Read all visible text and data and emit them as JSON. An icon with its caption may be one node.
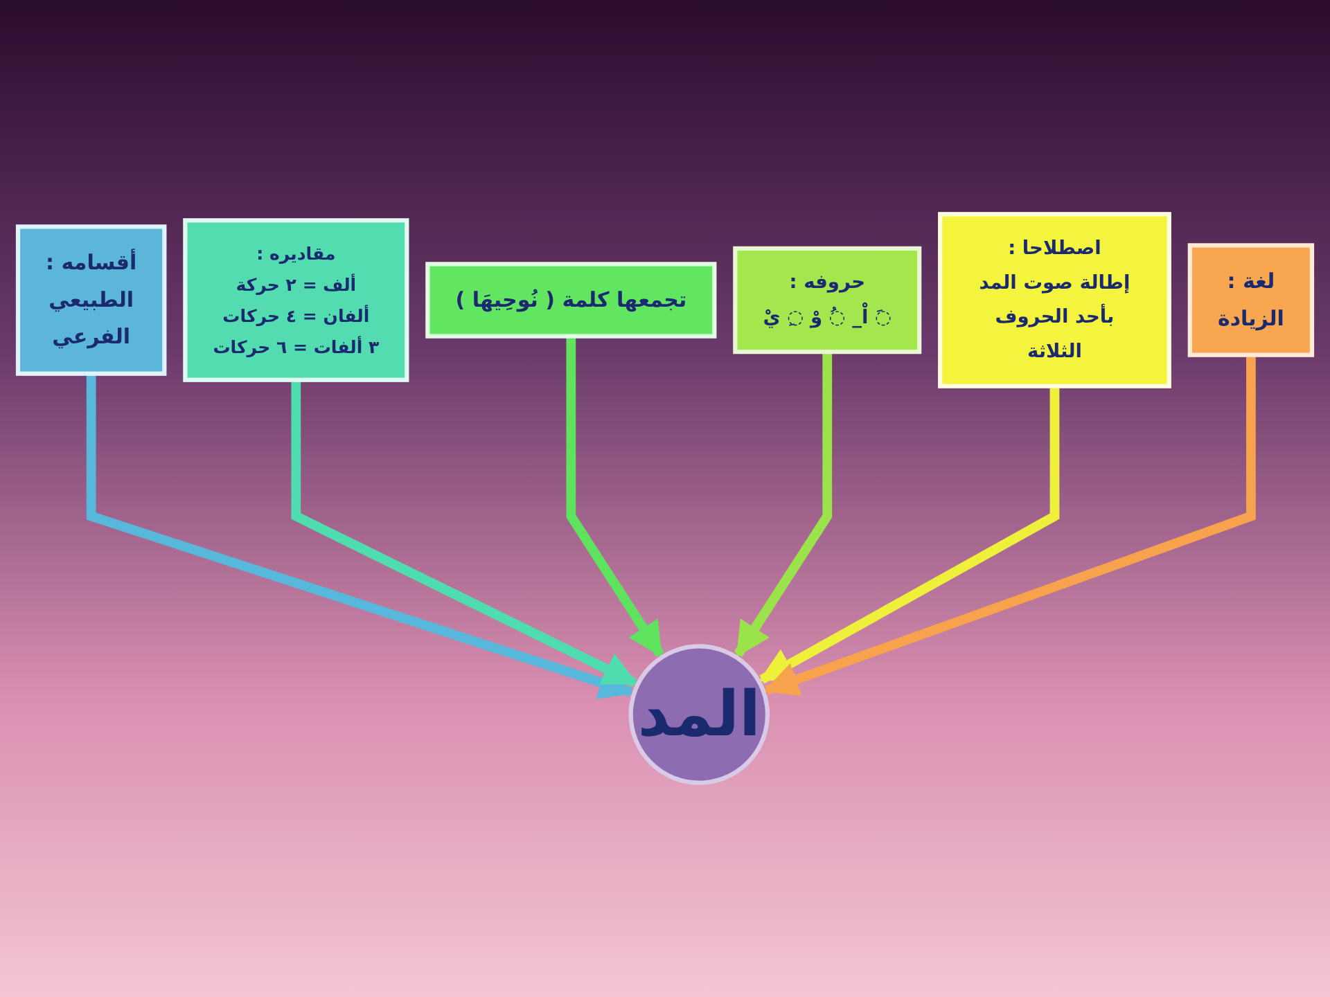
{
  "diagram": {
    "nodes": [
      {
        "text": [
          "حروفه :",
          "◌َ اْ_ ◌ُ وْ ◌ِ يْ"
        ]
      },
      {
        "text": [
          "تجمعها كلمة ( نُوحِيهَا )"
        ]
      },
      {
        "text": [
          "اصطلاحا :",
          "إطالة صوت المد بأحد الحروف الثلاثة"
        ]
      },
      {
        "text": [
          "مقاديره :",
          "ألف = ٢ حركة",
          "ألفان = ٤ حركات",
          "٣ ألفات = ٦ حركات"
        ]
      },
      {
        "text": [
          "لغة :",
          "الزيادة"
        ]
      },
      {
        "text": [
          "المد"
        ]
      },
      {
        "text": [
          "أقسامه :",
          "الطبيعي",
          "الفرعي"
        ]
      }
    ],
    "edges": [
      {
        "from": 6,
        "to": 5,
        "arrow": "to",
        "color": "#58b8dc"
      },
      {
        "from": 3,
        "to": 5,
        "arrow": "to",
        "color": "#4fdcae"
      },
      {
        "from": 1,
        "to": 5,
        "arrow": "to",
        "color": "#5fe35f"
      },
      {
        "from": 0,
        "to": 5,
        "arrow": "to",
        "color": "#9be34a"
      },
      {
        "from": 2,
        "to": 5,
        "arrow": "to",
        "color": "#eef03c"
      },
      {
        "from": 4,
        "to": 5,
        "arrow": "to",
        "color": "#f7a24c"
      }
    ]
  }
}
